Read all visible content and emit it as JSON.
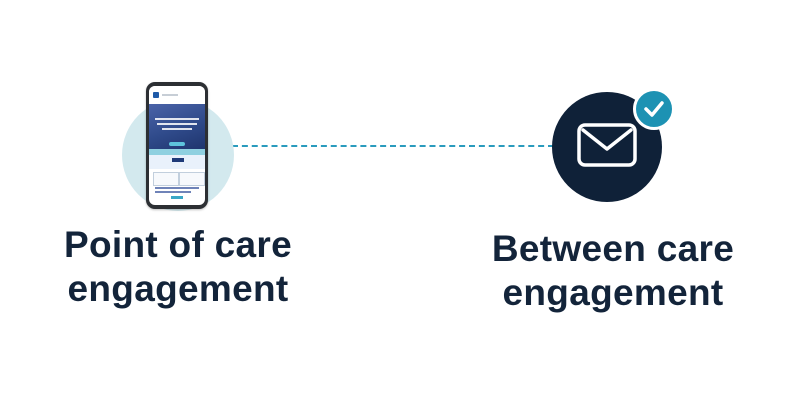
{
  "nodes": [
    {
      "id": "point-of-care",
      "label_lines": [
        "Point of care",
        "engagement"
      ],
      "icon": "smartphone-icon",
      "colors": {
        "halo": "#d3e9ee",
        "device": "#2c2f33",
        "hero": "#2f4a8a"
      }
    },
    {
      "id": "between-care",
      "label_lines": [
        "Between care",
        "engagement"
      ],
      "icon": "envelope-icon",
      "badge_icon": "checkmark-icon",
      "colors": {
        "circle": "#0f2138",
        "badge": "#1d92b3"
      }
    }
  ],
  "connector": {
    "style": "dashed",
    "color": "#2a9bbd"
  },
  "text_color": "#13243a"
}
